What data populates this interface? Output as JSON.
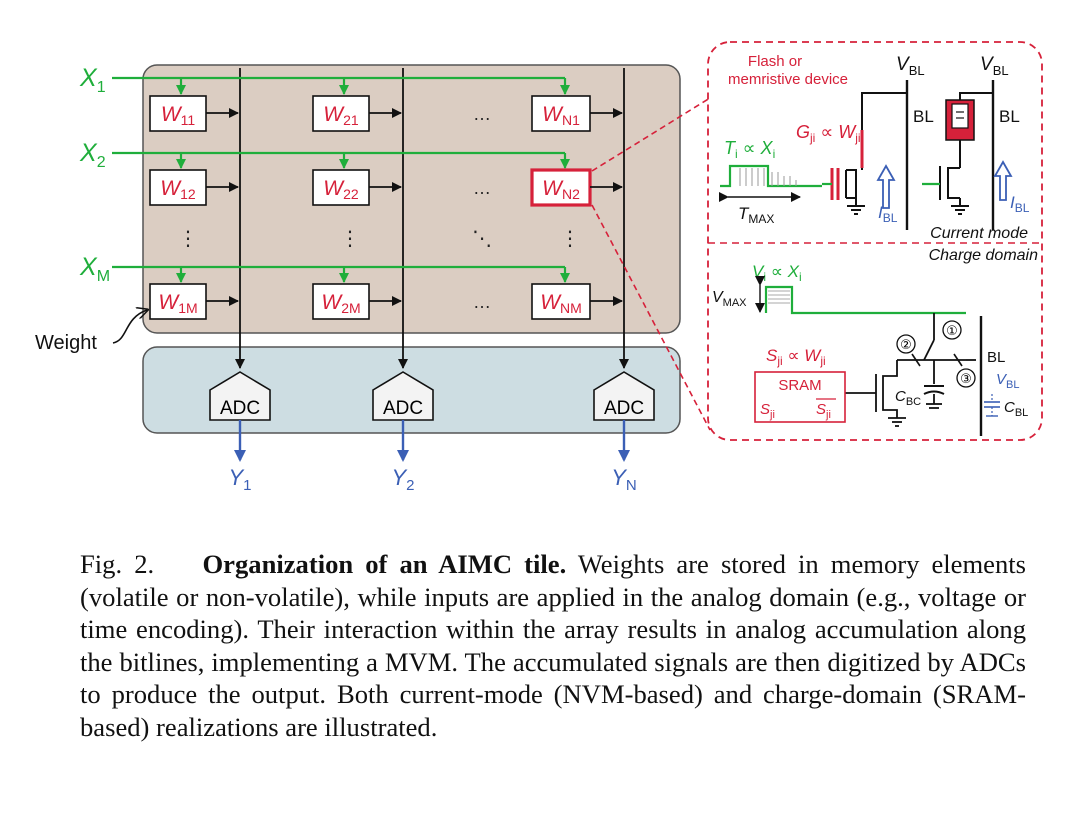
{
  "figure": {
    "inputs": [
      {
        "base": "X",
        "sub": "1"
      },
      {
        "base": "X",
        "sub": "2"
      },
      {
        "base": "X",
        "sub": "M"
      }
    ],
    "rows": [
      [
        {
          "base": "W",
          "sub": "11"
        },
        {
          "base": "W",
          "sub": "21"
        },
        {
          "base": "W",
          "sub": "N1"
        }
      ],
      [
        {
          "base": "W",
          "sub": "12"
        },
        {
          "base": "W",
          "sub": "22"
        },
        {
          "base": "W",
          "sub": "N2"
        }
      ],
      [
        {
          "base": "W",
          "sub": "1M"
        },
        {
          "base": "W",
          "sub": "2M"
        },
        {
          "base": "W",
          "sub": "NM"
        }
      ]
    ],
    "ellipsis_h": "…",
    "ellipsis_v": "⋮",
    "ellipsis_d": "⋱",
    "weight_label": "Weight",
    "adc_label": "ADC",
    "outputs": [
      {
        "base": "Y",
        "sub": "1"
      },
      {
        "base": "Y",
        "sub": "2"
      },
      {
        "base": "Y",
        "sub": "N"
      }
    ],
    "inset": {
      "device_line1": "Flash or",
      "device_line2": "memristive device",
      "vbl": {
        "base": "V",
        "sub": "BL"
      },
      "bl": "BL",
      "g_relation": {
        "a": "G",
        "a_sub": "ji",
        "rel": " ∝ ",
        "b": "W",
        "b_sub": "ji"
      },
      "t_relation": {
        "a": "T",
        "a_sub": "i",
        "rel": " ∝ ",
        "b": "X",
        "b_sub": "i"
      },
      "tmax": {
        "base": "T",
        "sub": "MAX"
      },
      "ibl": {
        "base": "I",
        "sub": "BL"
      },
      "current_mode": "Current mode",
      "charge_domain": "Charge domain",
      "v_relation": {
        "a": "V",
        "a_sub": "i",
        "rel": " ∝ ",
        "b": "X",
        "b_sub": "i"
      },
      "vmax": {
        "base": "V",
        "sub": "MAX"
      },
      "s_relation": {
        "a": "S",
        "a_sub": "ji",
        "rel": " ∝ ",
        "b": "W",
        "b_sub": "ji"
      },
      "sram": "SRAM",
      "s_label": {
        "base": "S",
        "sub": "ji"
      },
      "sbar_label": {
        "base": "S",
        "sub": "ji"
      },
      "cbc": {
        "base": "C",
        "sub": "BC"
      },
      "cbl": {
        "base": "C",
        "sub": "BL"
      },
      "switches": [
        "①",
        "②",
        "③"
      ]
    }
  },
  "caption": {
    "fig_label": "Fig. 2.",
    "title": "Organization of an AIMC tile.",
    "body": "Weights are stored in memory elements (volatile or non-volatile), while inputs are applied in the analog domain (e.g., voltage or time encoding). Their interaction within the array results in analog accumulation along the bitlines, implementing a MVM. The accumulated signals are then digitized by ADCs to produce the output. Both current-mode (NVM-based) and charge-domain (SRAM-based) realizations are illustrated."
  },
  "colors": {
    "green": "#1fae3b",
    "red": "#d6213a",
    "blue": "#3b5fb5",
    "array_fill": "#dbcdc2",
    "adc_fill": "#cddde2",
    "black": "#111111"
  }
}
